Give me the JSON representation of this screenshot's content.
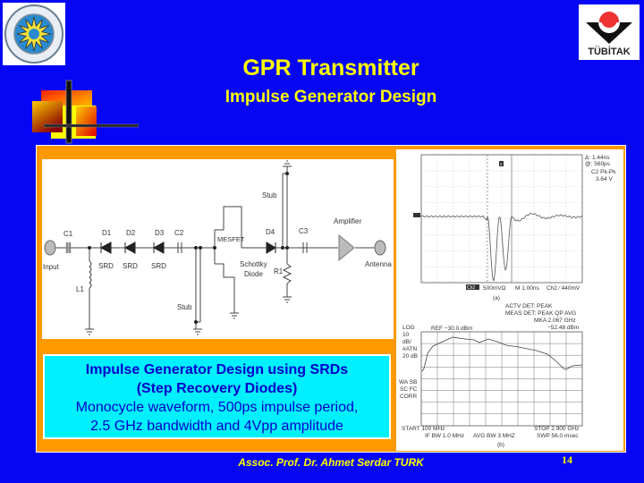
{
  "header": {
    "title": "GPR Transmitter",
    "subtitle": "Impulse Generator Design",
    "left_logo": {
      "name": "yildiz-teknik-universitesi-seal",
      "text": "YILDIZ TEKNİK ÜNİVERSİTESİ 1911"
    },
    "right_logo": {
      "name": "tubitak-logo",
      "text": "TÜBİTAK"
    }
  },
  "circuit": {
    "labels": {
      "input": "Input",
      "c1": "C1",
      "l1": "L1",
      "d1": "D1",
      "d2": "D2",
      "d3": "D3",
      "srd1": "SRD",
      "srd2": "SRD",
      "srd3": "SRD",
      "c2": "C2",
      "stub_bottom": "Stub",
      "mesfet": "MESFET",
      "d4": "D4",
      "schottky1": "Schottky",
      "schottky2": "Diode",
      "stub_top": "Stub",
      "r1": "R1",
      "c3": "C3",
      "amplifier": "Amplifier",
      "antenna": "Antenna"
    }
  },
  "description": {
    "line1": "Impulse Generator Design using SRDs",
    "line2": "(Step Recovery Diodes)",
    "line3": "Monocycle waveform, 500ps impulse period,",
    "line4": "2.5 GHz bandwidth and 4Vpp amplitude"
  },
  "scope_a": {
    "delta": "Δ: 1.44ns",
    "at": "@: 560ps",
    "pkpk_label": "C2 Pk-Pk",
    "pkpk_value": "3.64 V",
    "marker": "2",
    "ch_marker": "Ch2",
    "scale": "500mVΩ",
    "timebase": "M 1.00ns",
    "trigger": "Ch2 ⁄  440mV",
    "caption": "(a)"
  },
  "spectrum_b": {
    "actv_det": "ACTV DET: PEAK",
    "meas_det": "MEAS DET: PEAK QP AVG",
    "mka": "MKA 2.067 GHz",
    "mka_level": "−52.48 dBm",
    "log": "LOG",
    "ten": "10",
    "dbdiv": "dB/",
    "atn": "#ATN",
    "atn_val": "20 dB",
    "ref": "REF −30.0 dBm",
    "wa": "WA SB",
    "sc": "SC FC",
    "corr": "CORR",
    "start": "START 100 MHz",
    "ifbw": "IF BW 1.0 MHz",
    "avgbw": "AVG BW 3 MHZ",
    "stop": "STOP 2.900 GHz",
    "swp": "SWP 56.0 msec",
    "caption": "(b)"
  },
  "footer": {
    "author": "Assoc. Prof. Dr. Ahmet Serdar TURK",
    "page": "14"
  },
  "colors": {
    "background": "#0606f4",
    "title": "#ffff00",
    "panel": "#ff9900",
    "textbox": "#00f0ff",
    "textbox_text": "#0000cc"
  }
}
